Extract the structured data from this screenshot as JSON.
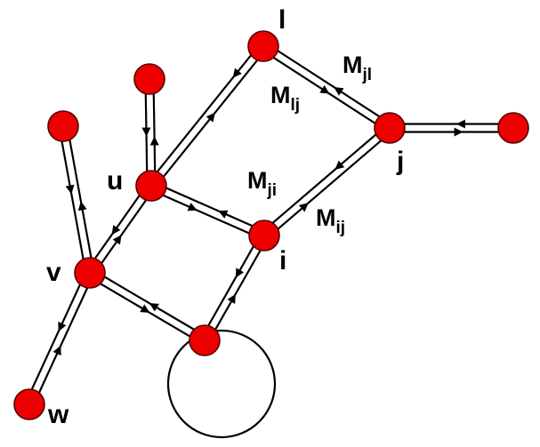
{
  "nodes": {
    "l": {
      "label": "l"
    },
    "u": {
      "label": "u"
    },
    "v": {
      "label": "v"
    },
    "w": {
      "label": "w"
    },
    "i": {
      "label": "i"
    },
    "j": {
      "label": "j"
    },
    "top_leaf": {
      "label": ""
    },
    "left_leaf": {
      "label": ""
    },
    "right_leaf": {
      "label": ""
    },
    "bottom": {
      "label": ""
    }
  },
  "messages": {
    "m_jl": {
      "main": "M",
      "sub": "jl"
    },
    "m_lj": {
      "main": "M",
      "sub": "lj"
    },
    "m_ji": {
      "main": "M",
      "sub": "ji"
    },
    "m_ij": {
      "main": "M",
      "sub": "ij"
    }
  },
  "colors": {
    "node": "#ee0000",
    "edge": "#000000"
  }
}
